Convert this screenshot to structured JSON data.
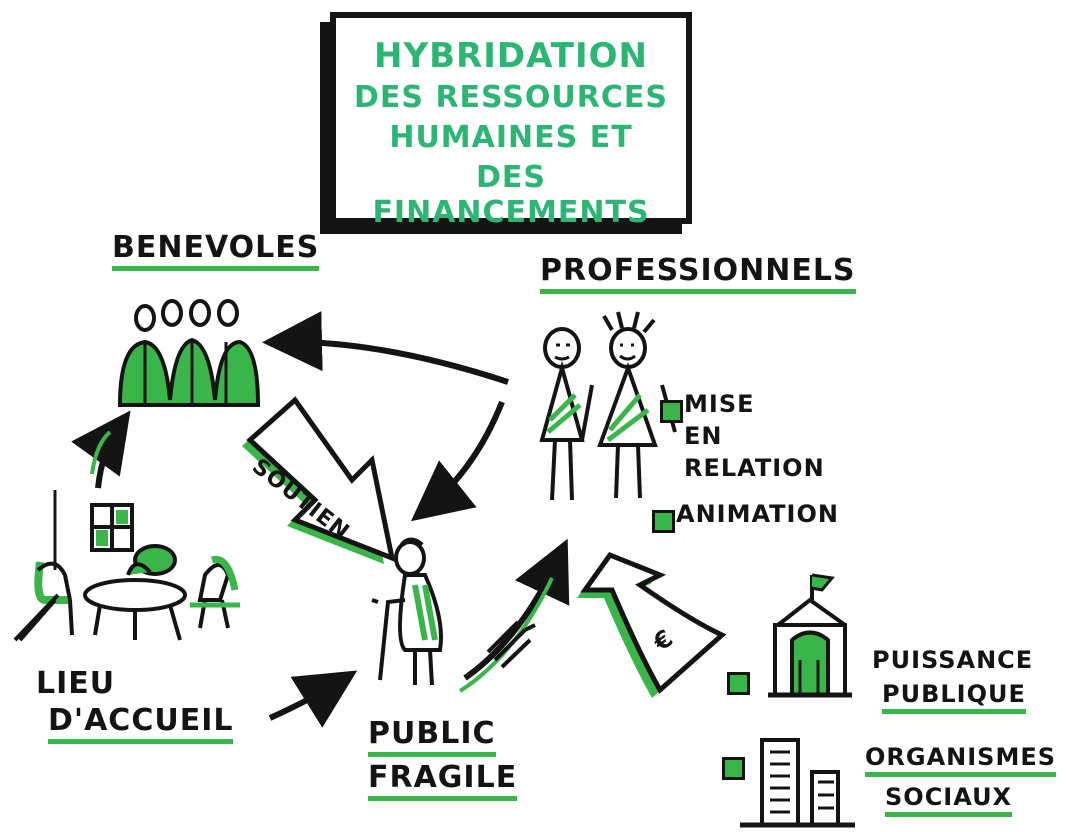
{
  "title": {
    "lines": [
      "HYBRIDATION",
      "DES RESSOURCES",
      "HUMAINES ET",
      "DES FINANCEMENTS"
    ]
  },
  "labels": {
    "benevoles": "BENEVOLES",
    "professionnels": "PROFESSIONNELS",
    "soutien": "SOUTIEN",
    "lieu_line1": "LIEU",
    "lieu_line2": "D'ACCUEIL",
    "public_line1": "PUBLIC",
    "public_line2": "FRAGILE",
    "mise_line1": "MISE",
    "mise_line2": "EN",
    "mise_line3": "RELATION",
    "animation": "ANIMATION",
    "puissance_line1": "PUISSANCE",
    "puissance_line2": "PUBLIQUE",
    "organismes_line1": "ORGANISMES",
    "organismes_line2": "SOCIAUX",
    "euro": "€"
  },
  "colors": {
    "ink": "#141414",
    "green": "#39b54a",
    "title_green": "#2bb673"
  },
  "icons": [
    "volunteers-group-icon",
    "professionals-figures-icon",
    "house-window-icon",
    "table-chairs-icon",
    "elderly-person-icon",
    "town-hall-icon",
    "office-buildings-icon",
    "euro-arrow-icon"
  ]
}
